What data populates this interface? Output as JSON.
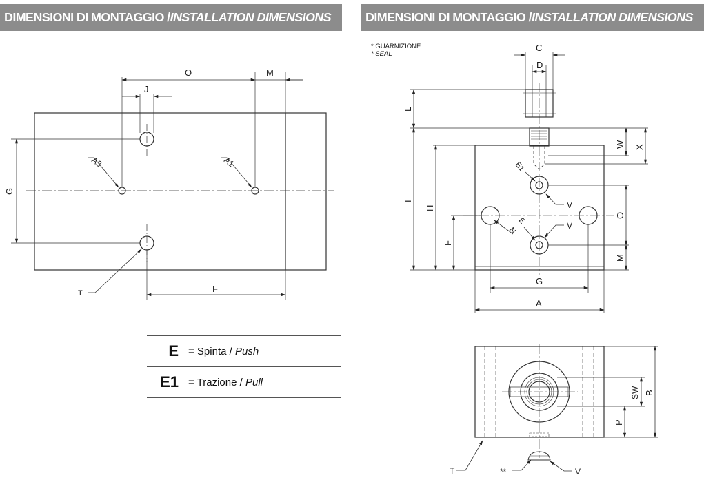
{
  "headers": {
    "left": {
      "prefix": "DIMENSIONI DI MONTAGGIO / ",
      "italic": "INSTALLATION DIMENSIONS"
    },
    "right": {
      "prefix": "DIMENSIONI DI MONTAGGIO / ",
      "italic": "INSTALLATION DIMENSIONS"
    }
  },
  "left_drawing": {
    "labels": {
      "O": "O",
      "M": "M",
      "J": "J",
      "G": "G",
      "A3": "A3",
      "A1": "A1",
      "T": "T",
      "F": "F"
    }
  },
  "right_drawing": {
    "notes": {
      "seal_it": "* GUARNIZIONE",
      "seal_en": "* SEAL"
    },
    "labels": {
      "C": "C",
      "D": "D",
      "L": "L",
      "I": "I",
      "H": "H",
      "F": "F",
      "W": "W",
      "X": "X",
      "O": "O",
      "M": "M",
      "E1": "E1",
      "E": "E",
      "N": "N",
      "V": "V",
      "G": "G",
      "A": "A",
      "SW": "SW",
      "B": "B",
      "P": "P",
      "T": "T",
      "double_star": "**"
    }
  },
  "legend": [
    {
      "symbol": "E",
      "text": "= Spinta / ",
      "italic": "Push"
    },
    {
      "symbol": "E1",
      "text": "= Trazione / ",
      "italic": "Pull"
    }
  ]
}
